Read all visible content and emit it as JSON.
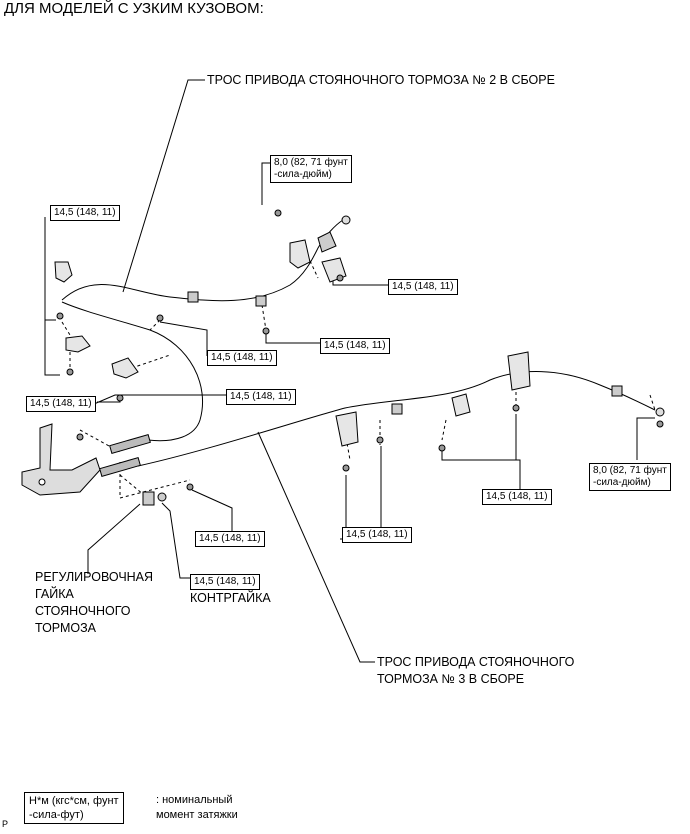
{
  "header": {
    "title": "ДЛЯ МОДЕЛЕЙ С УЗКИМ КУЗОВОМ:"
  },
  "labels": {
    "cable_no2": "ТРОС ПРИВОДА СТОЯНОЧНОГО ТОРМОЗА № 2 В СБОРЕ",
    "cable_no3_line1": "ТРОС ПРИВОДА СТОЯНОЧНОГО",
    "cable_no3_line2": "ТОРМОЗА № 3 В СБОРЕ",
    "adjust_nut_line1": "РЕГУЛИРОВОЧНАЯ",
    "adjust_nut_line2": "ГАЙКА",
    "adjust_nut_line3": "СТОЯНОЧНОГО",
    "adjust_nut_line4": "ТОРМОЗА",
    "locknut": "КОНТРГАЙКА"
  },
  "torques": {
    "t_top_small_l1": "8,0 (82, 71 фунт",
    "t_top_small_l2": "-сила-дюйм)",
    "t_left_top": "14,5 (148, 11)",
    "t_right_bracket": "14,5 (148, 11)",
    "t_mid_right": "14,5 (148, 11)",
    "t_mid_left": "14,5 (148, 11)",
    "t_left_lower": "14,5 (148, 11)",
    "t_center": "14,5 (148, 11)",
    "t_right_small_l1": "8,0 (82, 71 фунт",
    "t_right_small_l2": "-сила-дюйм)",
    "t_right_lower": "14,5 (148, 11)",
    "t_bottom_right": "14,5 (148, 11)",
    "t_bottom_center": "14,5 (148, 11)",
    "t_locknut": "14,5 (148, 11)"
  },
  "legend": {
    "box_line1": "Н*м (кгс*см, фунт",
    "box_line2": "-сила-фут)",
    "desc_line1": ": номинальный",
    "desc_line2": "момент затяжки"
  },
  "footer": {
    "mark": "P"
  }
}
